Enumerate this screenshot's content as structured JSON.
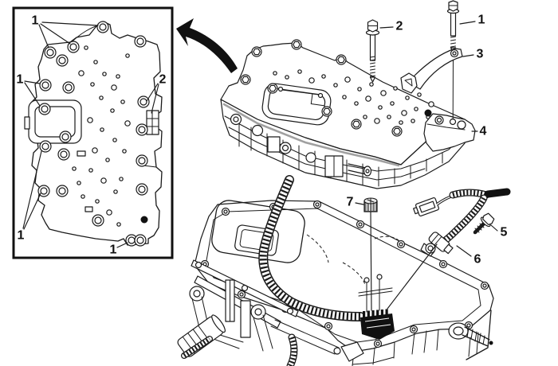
{
  "figure": {
    "type": "technical-illustration",
    "colors": {
      "background": "#ffffff",
      "line": "#1a1a1a",
      "shade_gray": "#a0a0a0",
      "dark_fill": "#111111"
    },
    "icons": {
      "inset_arrow": "curved-arrow-icon"
    },
    "callouts": [
      {
        "id": "inset-bolts-top",
        "text": "1"
      },
      {
        "id": "inset-bolts-left",
        "text": "1"
      },
      {
        "id": "inset-bolts-lower-left",
        "text": "1"
      },
      {
        "id": "inset-bolt-bottom",
        "text": "1"
      },
      {
        "id": "inset-bolts-right",
        "text": "2"
      },
      {
        "id": "bolt-short",
        "text": "2"
      },
      {
        "id": "bolt-long",
        "text": "1"
      },
      {
        "id": "bracket",
        "text": "3"
      },
      {
        "id": "valve-body",
        "text": "4"
      },
      {
        "id": "sensor-bolt",
        "text": "5"
      },
      {
        "id": "harness-sensor",
        "text": "6"
      },
      {
        "id": "grommet",
        "text": "7"
      }
    ]
  }
}
